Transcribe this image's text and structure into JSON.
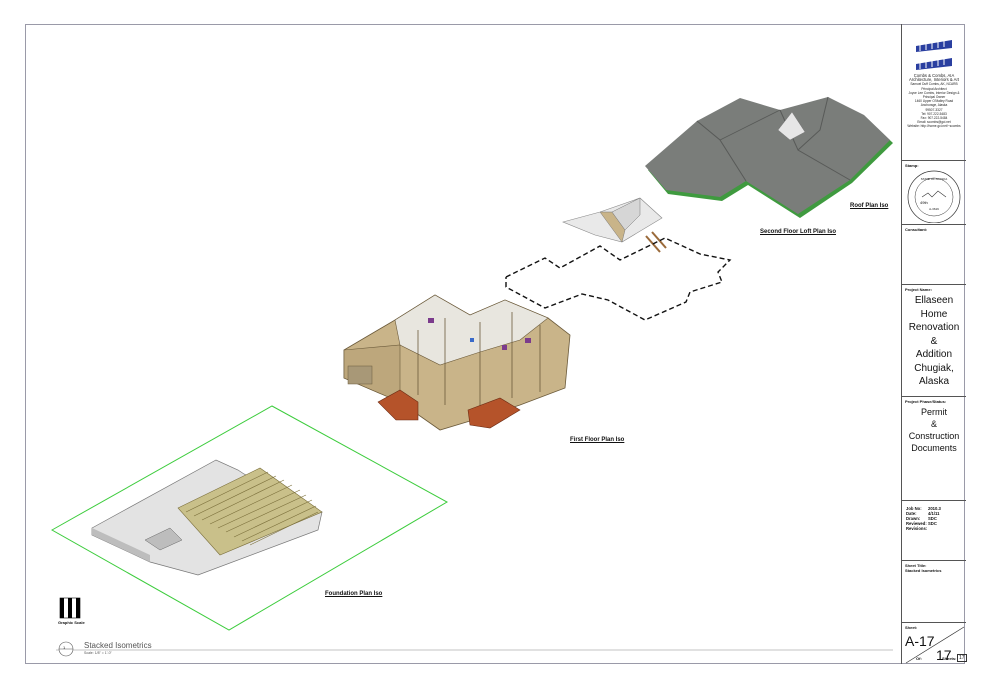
{
  "views": {
    "roof": "Roof Plan Iso",
    "second_floor": "Second Floor Loft Plan Iso",
    "first_floor": "First Floor Plan Iso",
    "foundation": "Foundation Plan Iso"
  },
  "drawing_title": "Stacked Isometrics",
  "drawing_scale": "Scale: 1/8\" = 1'-0\"",
  "drawing_number": "1",
  "graphic_scale_label": "Graphic Scale",
  "titleblock": {
    "firm_name": "Combs & Combs, AIA",
    "firm_sub": "Architecture, Interiors & Art",
    "firm_lines": [
      "Samuel Duff Combs, AK, NCARB",
      "Principal Architect",
      "Joyce Lee Combs, Interior Design &",
      "Principal Owner",
      "1460 Upper O'Malley Road",
      "Anchorage, Alaska",
      "99507-3327",
      "Tel: 907.222-5483",
      "Fax: 907.222-5484",
      "Email: scombs@gci.net",
      "Website: http://home.gci.net/~scombs"
    ],
    "stamp_label": "Stamp:",
    "stamp_text": "STATE OF ALASKA",
    "stamp_number": "A-3619",
    "stamp_year": "49th",
    "consultant_label": "Consultant:",
    "project_label": "Project Name:",
    "project_name_lines": [
      "Ellaseen",
      "Home",
      "Renovation",
      "&",
      "Addition",
      "Chugiak,",
      "Alaska"
    ],
    "phase_label": "Project Phase/Status:",
    "phase_lines": [
      "Permit",
      "&",
      "Construction",
      "Documents"
    ],
    "info": [
      {
        "k": "Job No:",
        "v": "2010.3"
      },
      {
        "k": "Date:",
        "v": "4/1/11"
      },
      {
        "k": "Drawn:",
        "v": "SDC"
      },
      {
        "k": "Reviewed:",
        "v": "SDC"
      },
      {
        "k": "Revisions:",
        "v": ""
      }
    ],
    "sheet_title_label": "Sheet Title:",
    "sheet_title": "Stacked Isometrics",
    "sheet_label": "Sheet:",
    "sheet_number": "A-17",
    "sheet_seq": "17",
    "of_label": "Of:",
    "total_label": "Sheets:",
    "total_sheets": "17"
  },
  "colors": {
    "roof": "#7a7d7a",
    "roof_edge": "#3f9a3f",
    "wall_tan": "#c9b489",
    "deck": "#b5532a",
    "footprint": "#3ccc3c",
    "framing": "#c9c08a",
    "brand_blue": "#2a3fa0"
  }
}
